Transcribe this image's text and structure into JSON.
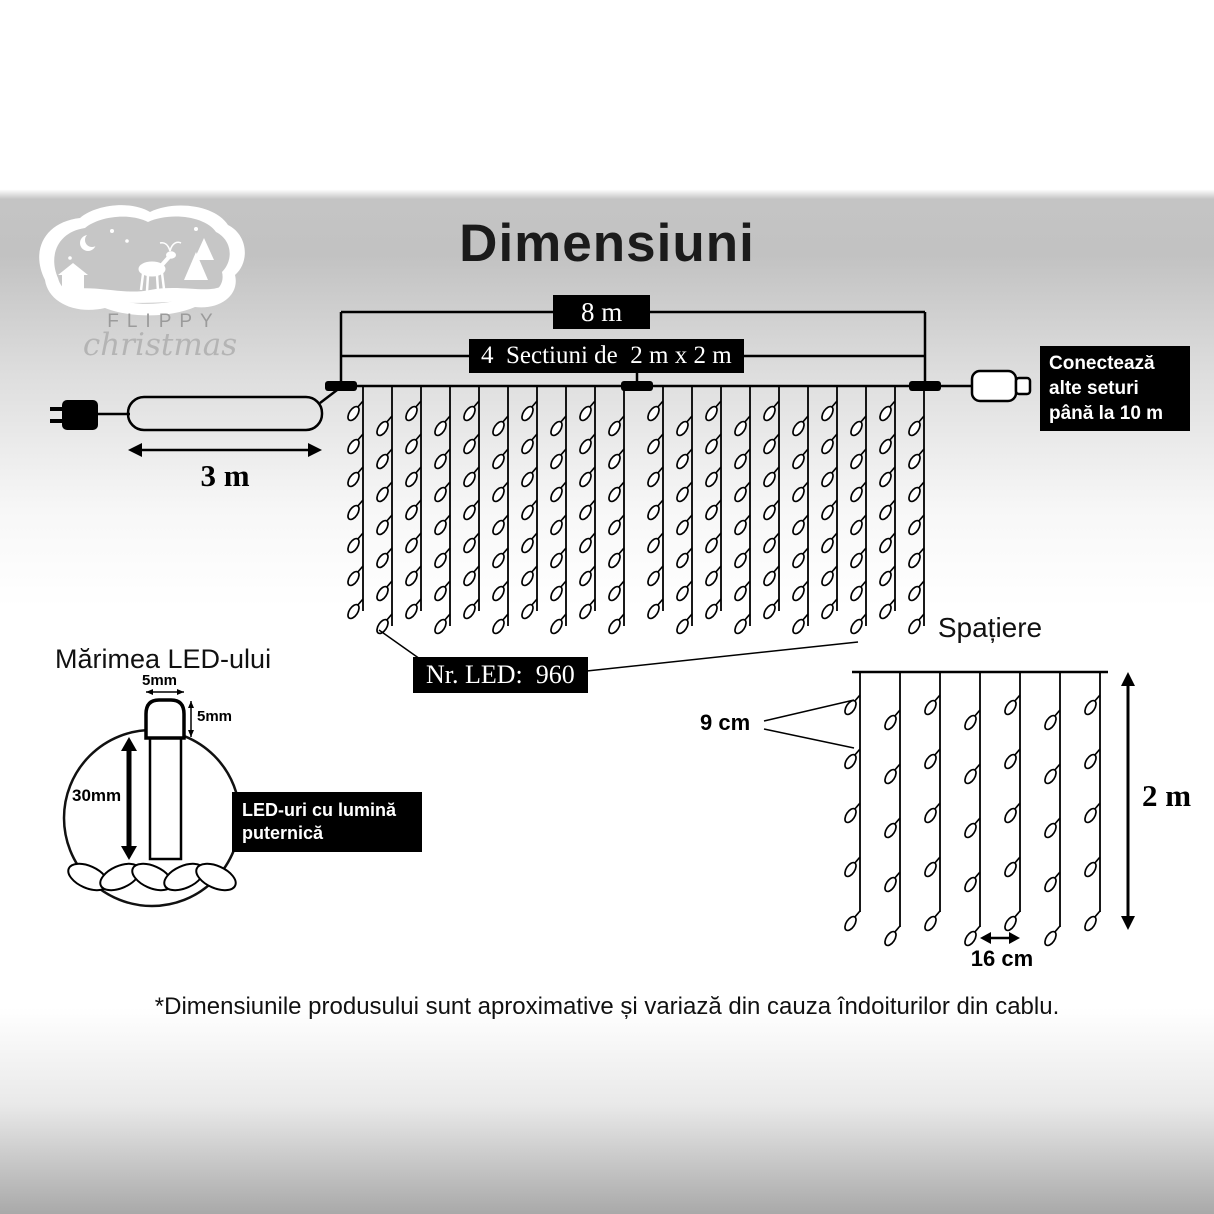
{
  "title": "Dimensiuni",
  "logo": {
    "name": "FLIPPY",
    "script": "christmas"
  },
  "main_diagram": {
    "total_length": "8 m",
    "sections": "4  Sectiuni de  2 m x 2 m",
    "lead_length": "3 m",
    "connect_note": "Conectează alte seturi până la 10 m",
    "led_count": "Nr. LED:  960",
    "curtain": {
      "sections": 2,
      "strings_per_section": 10,
      "bulbs_per_string": 7
    }
  },
  "spacing_diagram": {
    "title": "Spațiere",
    "vertical_gap": "9 cm",
    "horizontal_gap": "16 cm",
    "height": "2 m",
    "grid": {
      "strings": 7,
      "bulbs_per_string": 5
    }
  },
  "led_diagram": {
    "title": "Mărimea LED-ului",
    "cap_width": "5mm",
    "cap_height": "5mm",
    "body_length": "30mm",
    "description": "LED-uri cu lumină puternică"
  },
  "footnote": "*Dimensiunile produsului sunt aproximative și variază din cauza îndoiturilor din cablu.",
  "colors": {
    "label_bg": "#000000",
    "label_text": "#ffffff",
    "line": "#000000",
    "background_gray": "#c3c3c3"
  }
}
